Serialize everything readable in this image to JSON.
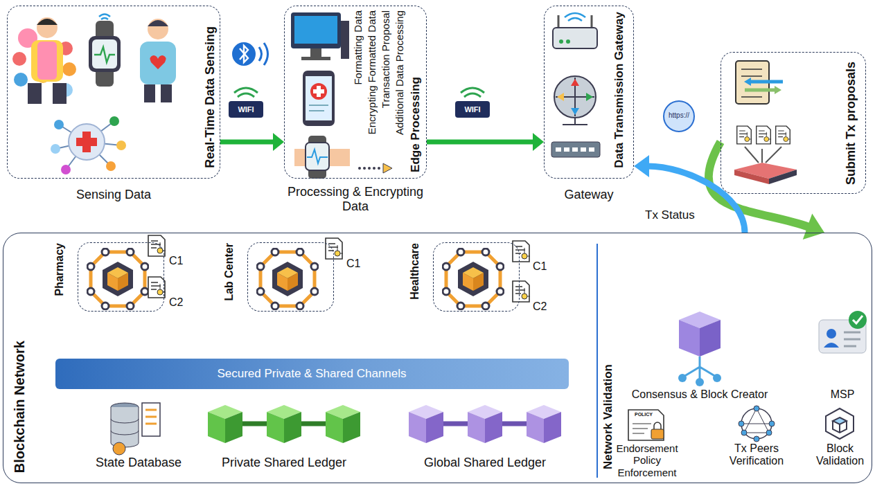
{
  "diagram": {
    "nodes": [
      {
        "text": [
          "Real-Time Data Sensing",
          "Sensing Data"
        ]
      },
      {
        "text": [
          "Formatting Data",
          "Encrypting Formatted Data",
          "Transaction Proposal",
          "Additional Data Processing",
          "Edge Processing",
          "Processing & Encrypting Data"
        ]
      },
      {
        "text": [
          "Data Transmission Gateway",
          "Gateway"
        ]
      },
      {
        "text": [
          "Submit Tx proposals"
        ]
      },
      {
        "text": [
          "Blockchain Network"
        ]
      },
      {
        "text": [
          "Pharmacy"
        ],
        "in": 4
      },
      {
        "text": [
          "Lab Center"
        ],
        "in": 4
      },
      {
        "text": [
          "Healthcare"
        ],
        "in": 4
      },
      {
        "text": [
          "Secured Private & Shared Channels"
        ],
        "in": 4
      }
    ],
    "edges": [
      {
        "from": 0,
        "to": 1,
        "arrow": "to"
      },
      {
        "from": 1,
        "to": 2,
        "arrow": "to"
      },
      {
        "from": 3,
        "to": 4,
        "arrow": "to"
      },
      {
        "from": 4,
        "to": 2,
        "label": "Tx Status",
        "arrow": "to"
      }
    ],
    "labels": [
      "WIFI",
      "WIFI",
      "https://",
      "C1",
      "C2",
      "C1",
      "C1",
      "C2",
      "State Database",
      "Private Shared Ledger",
      "Global Shared Ledger",
      "Network Validation",
      "Consensus & Block Creator",
      "MSP",
      "POLICY",
      "Endorsement Policy Enforcement",
      "Tx Peers Verification",
      "Block Validation"
    ]
  }
}
